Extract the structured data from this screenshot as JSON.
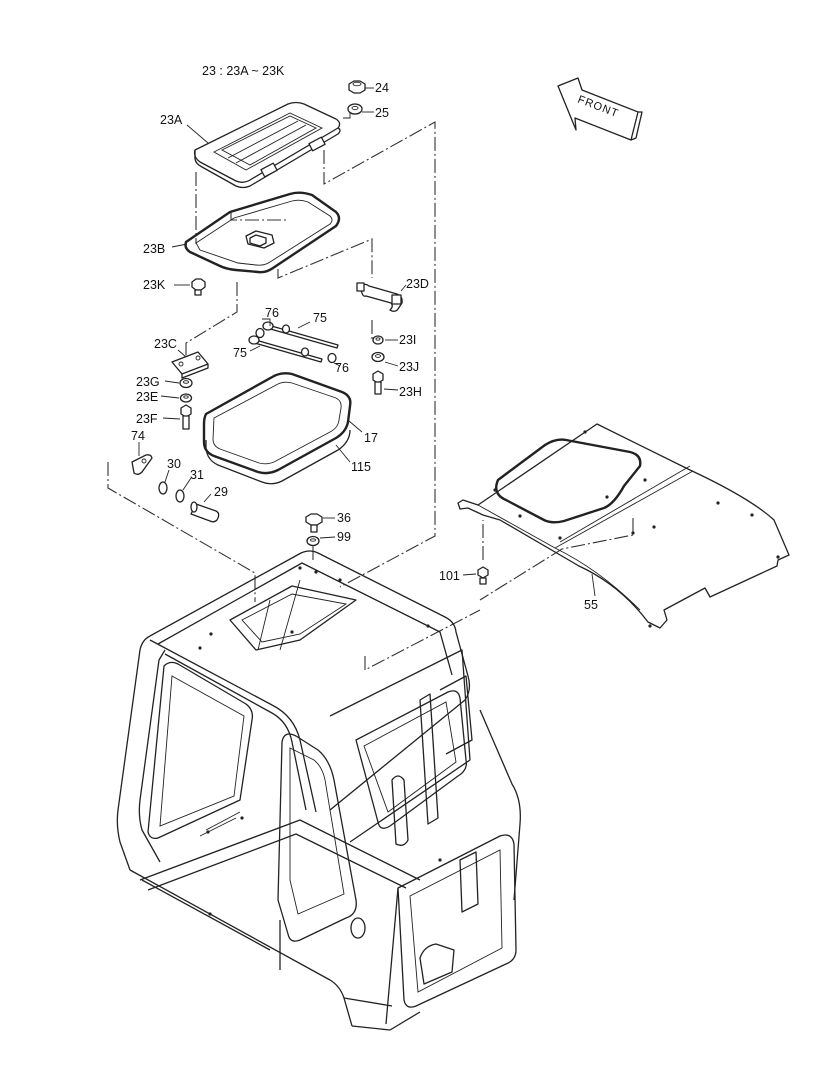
{
  "diagram": {
    "assembly_note": "23 : 23A ~ 23K",
    "direction_label": "FRONT",
    "callouts": [
      {
        "id": "c24",
        "text": "24"
      },
      {
        "id": "c25",
        "text": "25"
      },
      {
        "id": "c23A",
        "text": "23A"
      },
      {
        "id": "c23B",
        "text": "23B"
      },
      {
        "id": "c23K",
        "text": "23K"
      },
      {
        "id": "c23D",
        "text": "23D"
      },
      {
        "id": "c76a",
        "text": "76"
      },
      {
        "id": "c75a",
        "text": "75"
      },
      {
        "id": "c75b",
        "text": "75"
      },
      {
        "id": "c76b",
        "text": "76"
      },
      {
        "id": "c23C",
        "text": "23C"
      },
      {
        "id": "c23I",
        "text": "23I"
      },
      {
        "id": "c23J",
        "text": "23J"
      },
      {
        "id": "c23G",
        "text": "23G"
      },
      {
        "id": "c23E",
        "text": "23E"
      },
      {
        "id": "c23H",
        "text": "23H"
      },
      {
        "id": "c23F",
        "text": "23F"
      },
      {
        "id": "c17",
        "text": "17"
      },
      {
        "id": "c74",
        "text": "74"
      },
      {
        "id": "c30",
        "text": "30"
      },
      {
        "id": "c31",
        "text": "31"
      },
      {
        "id": "c115",
        "text": "115"
      },
      {
        "id": "c29",
        "text": "29"
      },
      {
        "id": "c36",
        "text": "36"
      },
      {
        "id": "c99",
        "text": "99"
      },
      {
        "id": "c101",
        "text": "101"
      },
      {
        "id": "c55",
        "text": "55"
      }
    ]
  }
}
